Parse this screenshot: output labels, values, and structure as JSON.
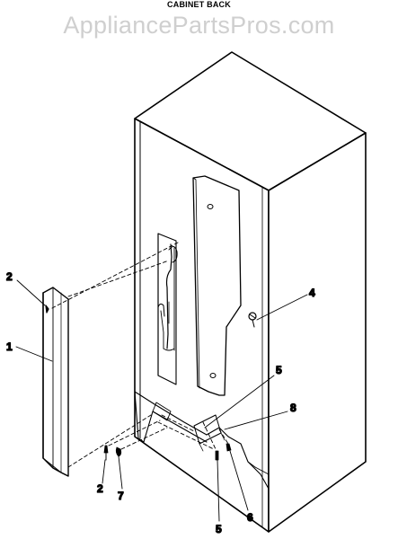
{
  "title": "CABINET BACK",
  "watermark": "AppliancePartsPros.com",
  "callouts": {
    "part_1": "1",
    "part_2_upper": "2",
    "part_2_lower": "2",
    "part_4": "4",
    "part_5_upper": "5",
    "part_5_lower": "5",
    "part_6": "6",
    "part_7": "7",
    "part_8": "8"
  }
}
